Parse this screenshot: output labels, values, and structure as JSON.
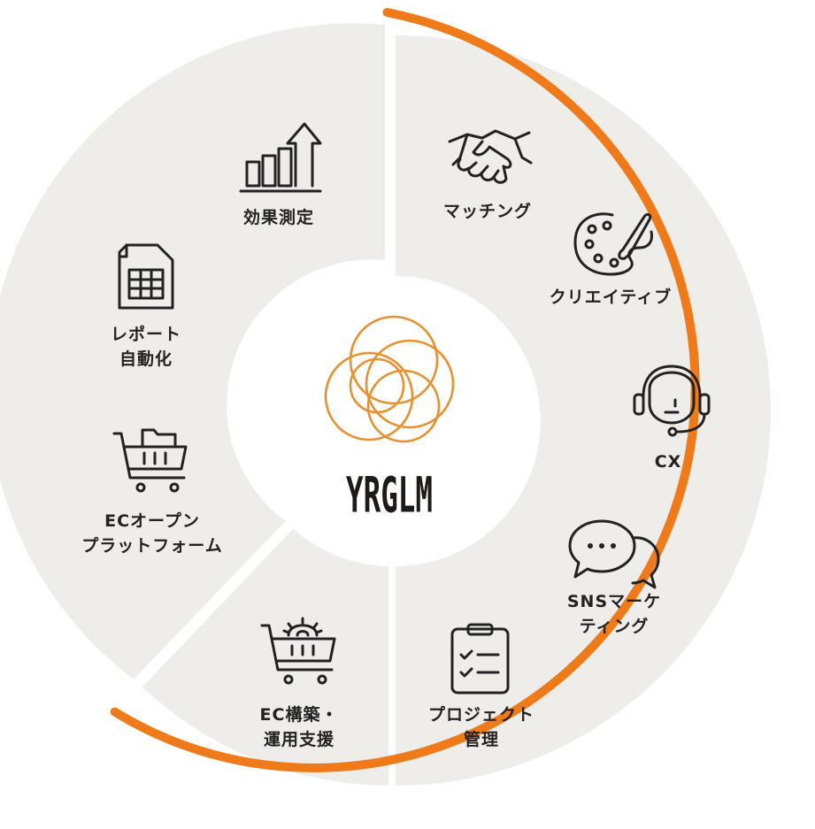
{
  "colors": {
    "sector_fill": "#efedea",
    "ring_orange": "#ef7a1a",
    "logo_orange": "#e8912f",
    "logo_text": "#1f1a17",
    "icon_stroke": "#222222",
    "background": "#ffffff"
  },
  "logo": {
    "text": "YRGLM"
  },
  "segments": [
    {
      "id": "matching",
      "icon": "handshake-icon",
      "lines": [
        "マッチング"
      ]
    },
    {
      "id": "creative",
      "icon": "palette-icon",
      "lines": [
        "クリエイティブ"
      ]
    },
    {
      "id": "cx",
      "icon": "headset-icon",
      "lines": [
        "CX"
      ]
    },
    {
      "id": "sns",
      "icon": "chat-bubbles-icon",
      "lines": [
        "SNSマーケ",
        "ティング"
      ]
    },
    {
      "id": "project",
      "icon": "clipboard-checklist-icon",
      "lines": [
        "プロジェクト",
        "管理"
      ]
    },
    {
      "id": "ec-build",
      "icon": "cart-gear-icon",
      "lines": [
        "EC構築・",
        "運用支援"
      ]
    },
    {
      "id": "ec-open",
      "icon": "cart-folder-icon",
      "lines": [
        "ECオープン",
        "プラットフォーム"
      ]
    },
    {
      "id": "report",
      "icon": "spreadsheet-icon",
      "lines": [
        "レポート",
        "自動化"
      ]
    },
    {
      "id": "measure",
      "icon": "bar-chart-arrow-icon",
      "lines": [
        "効果測定"
      ]
    }
  ]
}
